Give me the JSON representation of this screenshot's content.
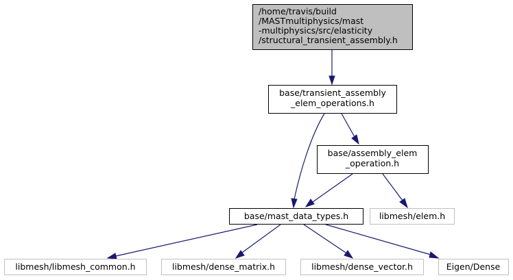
{
  "colors": {
    "focus_fill": "#bfbfbf",
    "node_fill": "#ffffff",
    "node_border": "#000000",
    "external_border": "#bfbfbf",
    "edge": "#191970"
  },
  "nodes": {
    "root": {
      "lines": [
        "/home/travis/build",
        "/MASTmultiphysics/mast",
        "-multiphysics/src/elasticity",
        "/structural_transient_assembly.h"
      ]
    },
    "transient_ops": {
      "lines": [
        "base/transient_assembly",
        "_elem_operations.h"
      ]
    },
    "assembly_op": {
      "lines": [
        "base/assembly_elem",
        "_operation.h"
      ]
    },
    "mast_types": {
      "lines": [
        "base/mast_data_types.h"
      ]
    },
    "libmesh_elem": {
      "lines": [
        "libmesh/elem.h"
      ]
    },
    "libmesh_common": {
      "lines": [
        "libmesh/libmesh_common.h"
      ]
    },
    "dense_matrix": {
      "lines": [
        "libmesh/dense_matrix.h"
      ]
    },
    "dense_vector": {
      "lines": [
        "libmesh/dense_vector.h"
      ]
    },
    "eigen_dense": {
      "lines": [
        "Eigen/Dense"
      ]
    }
  }
}
